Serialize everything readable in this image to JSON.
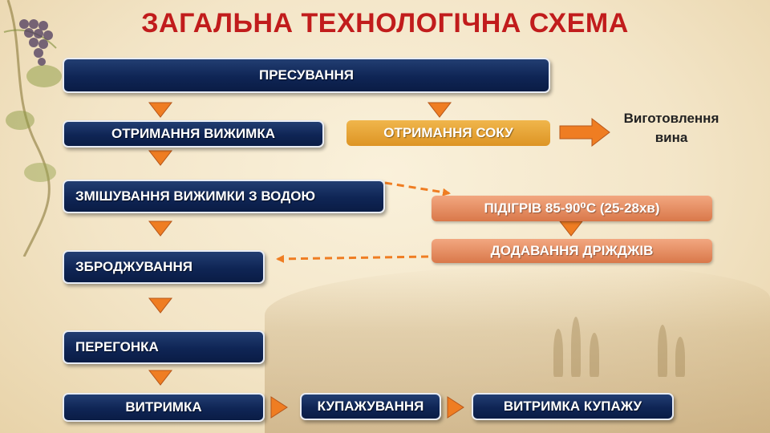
{
  "title": "ЗАГАЛЬНА ТЕХНОЛОГІЧНА СХЕМА",
  "nodes": {
    "pressing": "ПРЕСУВАННЯ",
    "pomace": "ОТРИМАННЯ ВИЖИМКА",
    "juice": "ОТРИМАННЯ СОКУ",
    "wine_line1": "Виготовлення",
    "wine_line2": "вина",
    "mixing": "ЗМІШУВАННЯ ВИЖИМКИ З ВОДОЮ",
    "heating": "ПІДІГРІВ 85-90⁰С (25-28хв)",
    "yeast": "ДОДАВАННЯ ДРІЖДЖІВ",
    "fermentation": "ЗБРОДЖУВАННЯ",
    "distillation": "ПЕРЕГОНКА",
    "aging": "ВИТРИМКА",
    "blending": "КУПАЖУВАННЯ",
    "blend_aging": "ВИТРИМКА КУПАЖУ"
  },
  "colors": {
    "title": "#c11c1c",
    "navy": "#0f2555",
    "arrow": "#ef7d22",
    "gold": "#e6a233",
    "salmon": "#e58c5f"
  }
}
